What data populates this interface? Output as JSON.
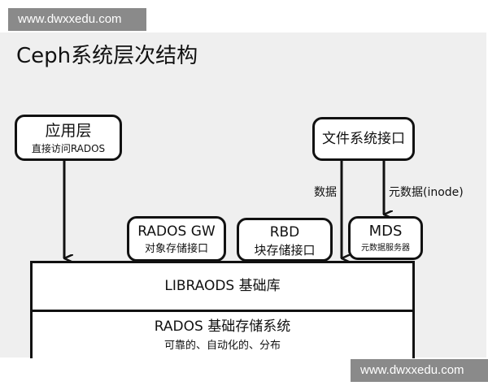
{
  "watermark": {
    "top": "www.dwxxedu.com",
    "bottom": "www.dwxxedu.com"
  },
  "title": "Ceph系统层次结构",
  "app_layer": {
    "label": "应用层",
    "sub": "直接访问RADOS"
  },
  "fs_interface": {
    "label": "文件系统接口"
  },
  "rados_gw": {
    "label": "RADOS GW",
    "sub": "对象存储接口"
  },
  "rbd": {
    "label": "RBD",
    "sub": "块存储接口"
  },
  "mds": {
    "label": "MDS",
    "sub": "元数据服务器"
  },
  "libraods": {
    "label": "LIBRAODS  基础库"
  },
  "rados": {
    "label": "RADOS  基础存储系统",
    "sub": "可靠的、自动化的、分布"
  },
  "edges": {
    "data_label": "数据",
    "meta_label": "元数据(inode)"
  },
  "colors": {
    "background": "#efefef",
    "stroke": "#111111",
    "watermark_bg": "#8a8a8a"
  }
}
